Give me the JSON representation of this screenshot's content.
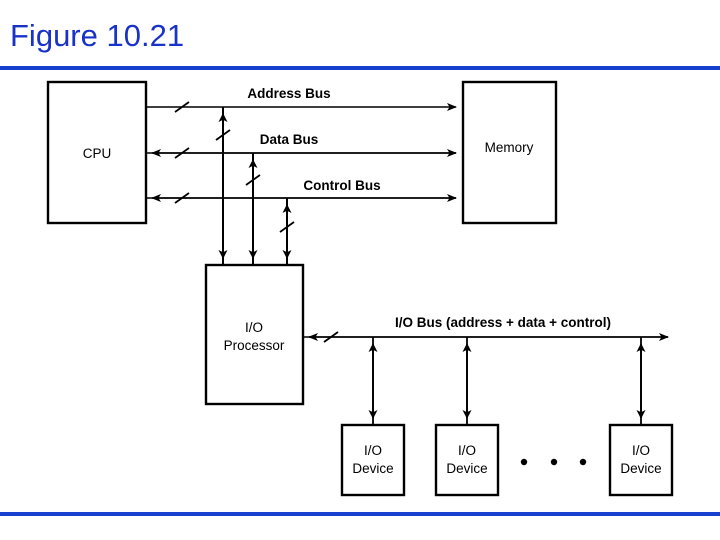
{
  "slide": {
    "title": "Figure 10.21",
    "title_color": "#1932c8",
    "rule_color": "#1840cf",
    "background_color": "#ffffff"
  },
  "diagram": {
    "name": "cpu-memory-io-bus-architecture",
    "line_color": "#000000",
    "boxes": [
      {
        "id": "cpu",
        "label": "CPU",
        "label2": ""
      },
      {
        "id": "memory",
        "label": "Memory",
        "label2": ""
      },
      {
        "id": "io-processor",
        "label": "I/O",
        "label2": "Processor"
      },
      {
        "id": "io-device-1",
        "label": "I/O",
        "label2": "Device"
      },
      {
        "id": "io-device-2",
        "label": "I/O",
        "label2": "Device"
      },
      {
        "id": "io-device-3",
        "label": "I/O",
        "label2": "Device"
      }
    ],
    "bus_labels": [
      {
        "id": "address-bus",
        "text": "Address Bus"
      },
      {
        "id": "data-bus",
        "text": "Data Bus"
      },
      {
        "id": "control-bus",
        "text": "Control Bus"
      },
      {
        "id": "io-bus",
        "text": "I/O Bus (address + data + control)"
      }
    ],
    "ellipsis": "•   •   •"
  }
}
